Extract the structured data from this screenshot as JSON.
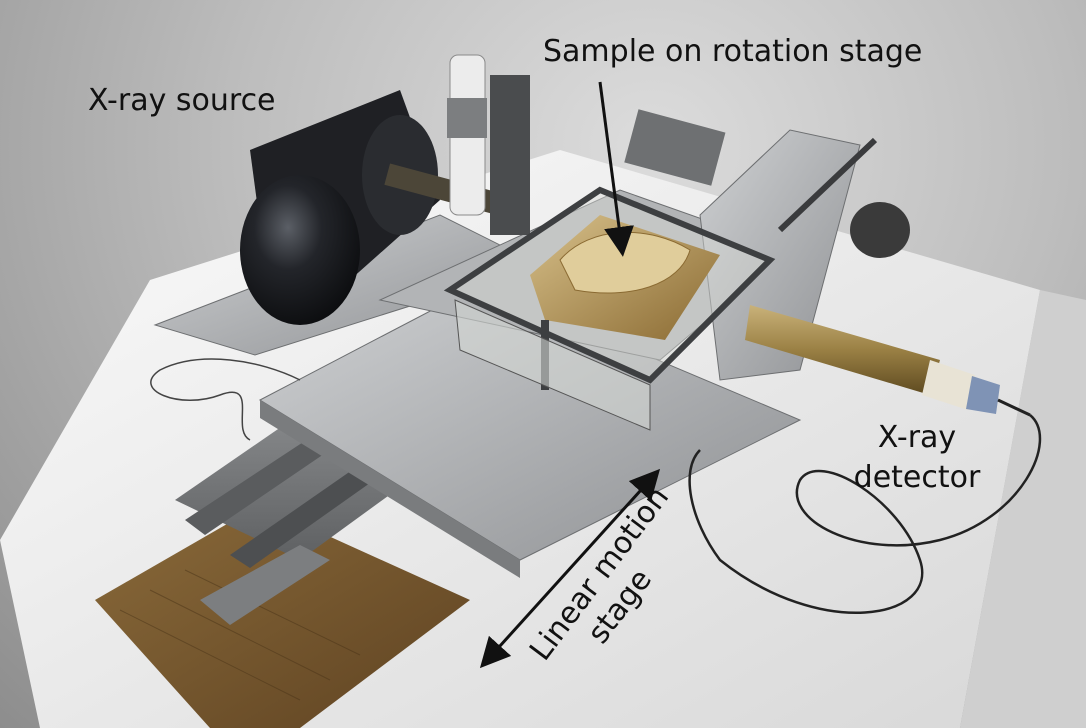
{
  "labels": {
    "xray_source": "X-ray source",
    "sample_stage": "Sample on rotation stage",
    "detector_line1": "X-ray",
    "detector_line2": "detector",
    "linear_line1": "Linear motion",
    "linear_line2": "stage"
  },
  "colors": {
    "background": "#b5b5b5",
    "table": "#f1f1f1",
    "aluminum": "#b7b9bb",
    "wood": "#7a5a30",
    "sample": "#b79a5a",
    "source_body": "#1e1f22"
  }
}
